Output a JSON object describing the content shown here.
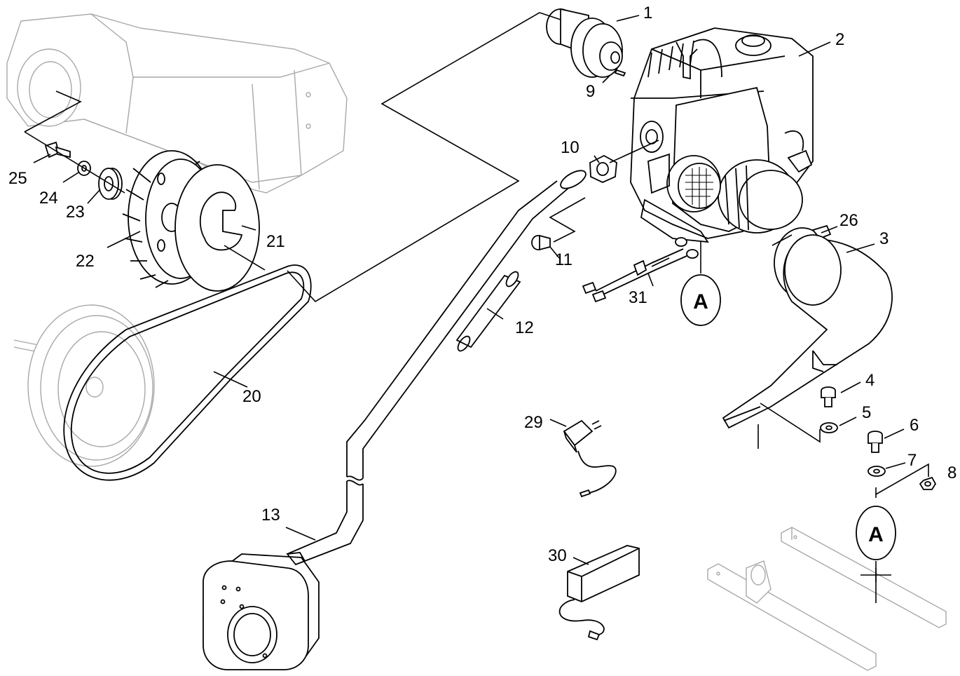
{
  "diagram": {
    "labels": [
      {
        "id": "1",
        "text": "1"
      },
      {
        "id": "2",
        "text": "2"
      },
      {
        "id": "3",
        "text": "3"
      },
      {
        "id": "4",
        "text": "4"
      },
      {
        "id": "5",
        "text": "5"
      },
      {
        "id": "6",
        "text": "6"
      },
      {
        "id": "7",
        "text": "7"
      },
      {
        "id": "8",
        "text": "8"
      },
      {
        "id": "9",
        "text": "9"
      },
      {
        "id": "10",
        "text": "10"
      },
      {
        "id": "11",
        "text": "11"
      },
      {
        "id": "12",
        "text": "12"
      },
      {
        "id": "13",
        "text": "13"
      },
      {
        "id": "20",
        "text": "20"
      },
      {
        "id": "21",
        "text": "21"
      },
      {
        "id": "22",
        "text": "22"
      },
      {
        "id": "23",
        "text": "23"
      },
      {
        "id": "24",
        "text": "24"
      },
      {
        "id": "25",
        "text": "25"
      },
      {
        "id": "26",
        "text": "26"
      },
      {
        "id": "29",
        "text": "29"
      },
      {
        "id": "30",
        "text": "30"
      },
      {
        "id": "31",
        "text": "31"
      }
    ],
    "callouts": [
      {
        "id": "A-engine",
        "text": "A"
      },
      {
        "id": "A-frame",
        "text": "A"
      }
    ]
  }
}
